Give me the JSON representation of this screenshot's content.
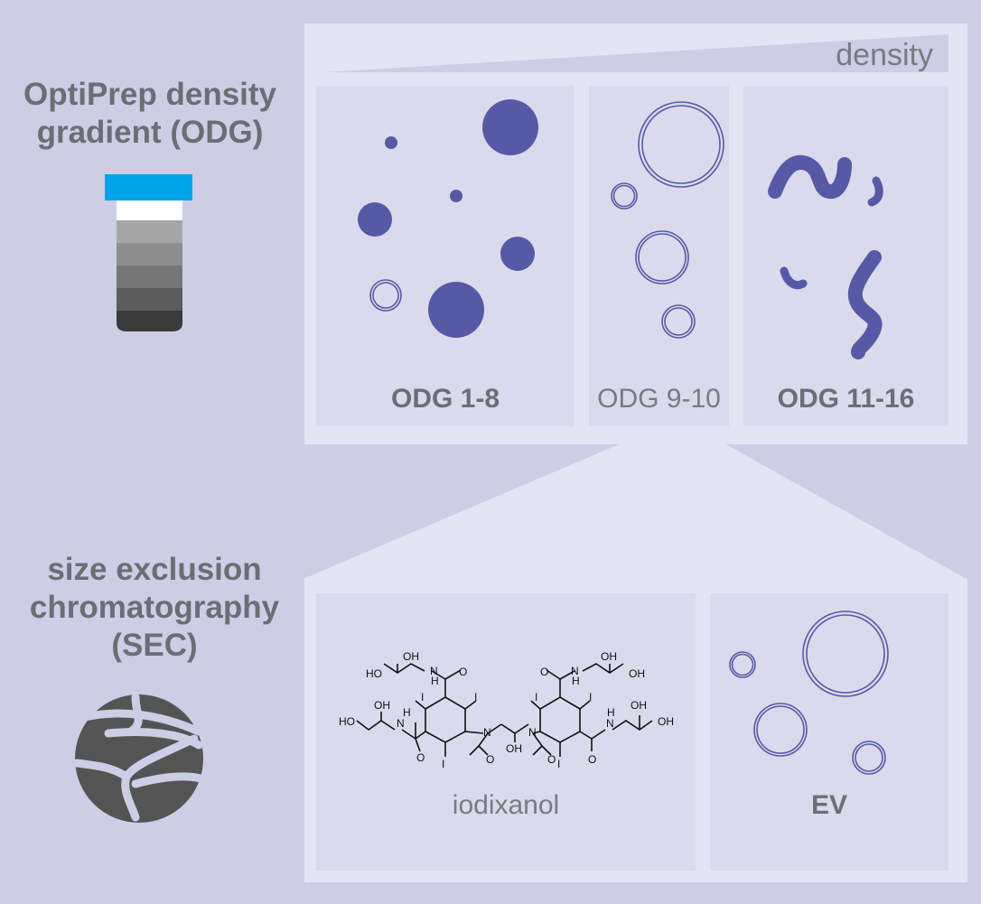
{
  "odg": {
    "title_line1": "OptiPrep density",
    "title_line2": "gradient (ODG)",
    "density_label": "density",
    "fractions": [
      {
        "label": "ODG 1-8",
        "bold": true
      },
      {
        "label": "ODG 9-10",
        "bold": false
      },
      {
        "label": "ODG 11-16",
        "bold": true
      }
    ]
  },
  "sec": {
    "title_line1": "size exclusion",
    "title_line2": "chromatography",
    "title_line3": "(SEC)",
    "panels": [
      {
        "label": "iodixanol",
        "bold": false
      },
      {
        "label": "EV",
        "bold": true
      }
    ]
  },
  "molecule": {
    "atoms": {
      "hydroxyl": "OH",
      "hydroxyl_left": "HO",
      "nitrogen": "N",
      "amide_h": "H",
      "oxygen": "O",
      "iodine": "I"
    }
  },
  "colors": {
    "background": "#cdcde6",
    "frame": "#e4e4f3",
    "panel": "#dadaec",
    "particle": "#5659a6",
    "text": "#6d6d73",
    "tube_cap": "#00a3e6"
  }
}
